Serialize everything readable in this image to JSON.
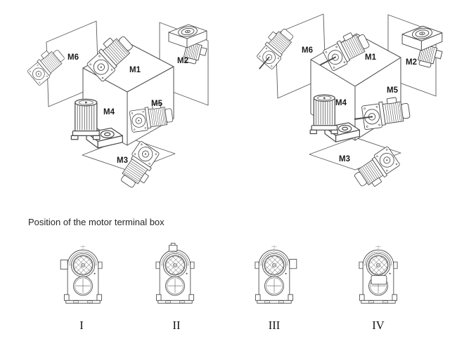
{
  "colors": {
    "background": "#ffffff",
    "line_art": "#474747",
    "label_text": "#1b1b1b"
  },
  "mounting_diagrams": {
    "left": {
      "labels": {
        "m1": "M1",
        "m2": "M2",
        "m3": "M3",
        "m4": "M4",
        "m5": "M5",
        "m6": "M6"
      }
    },
    "right": {
      "labels": {
        "m1": "M1",
        "m2": "M2",
        "m3": "M3",
        "m4": "M4",
        "m5": "M5",
        "m6": "M6"
      }
    }
  },
  "terminal_box_section": {
    "title": "Position of the motor terminal box",
    "positions": [
      {
        "label": "I"
      },
      {
        "label": "II"
      },
      {
        "label": "III"
      },
      {
        "label": "IV"
      }
    ]
  }
}
